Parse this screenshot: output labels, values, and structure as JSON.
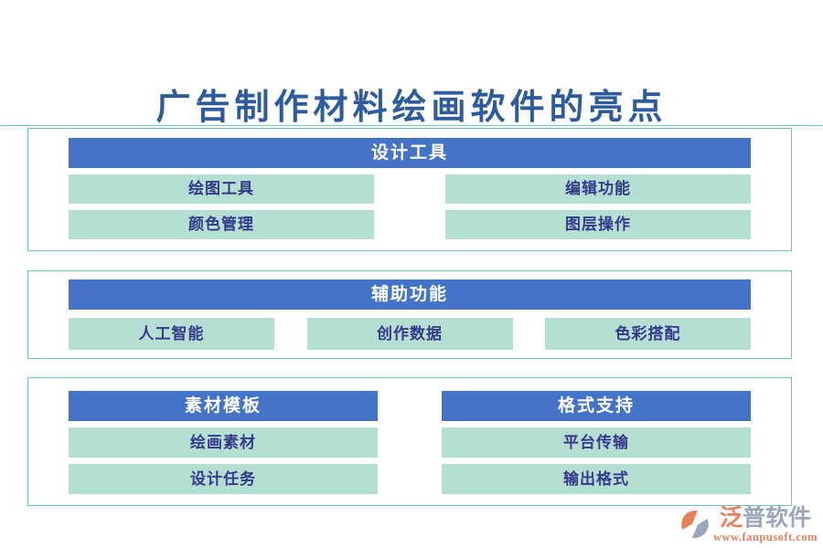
{
  "title": {
    "text": "广告制作材料绘画软件的亮点"
  },
  "colors": {
    "title_text": "#2d5b9e",
    "header_bg": "#4573c8",
    "header_text": "#ffffff",
    "item_bg": "#b6dfd3",
    "item_text": "#34398b",
    "panel_border": "#6fc6b2",
    "logo_coral": "#e8805f",
    "logo_gray": "#9aa7ba"
  },
  "sections": {
    "design_tools": {
      "header": "设计工具",
      "items": [
        "绘图工具",
        "编辑功能",
        "颜色管理",
        "图层操作"
      ]
    },
    "assist_functions": {
      "header": "辅助功能",
      "items": [
        "人工智能",
        "创作数据",
        "色彩搭配"
      ]
    },
    "material_templates": {
      "header": "素材模板",
      "items": [
        "绘画素材",
        "设计任务"
      ]
    },
    "format_support": {
      "header": "格式支持",
      "items": [
        "平台传输",
        "输出格式"
      ]
    }
  },
  "logo": {
    "name_accent": "泛",
    "name_rest": "普软件",
    "url": "www.fanpusoft.com",
    "icon": "fanpu-circle-logo"
  }
}
